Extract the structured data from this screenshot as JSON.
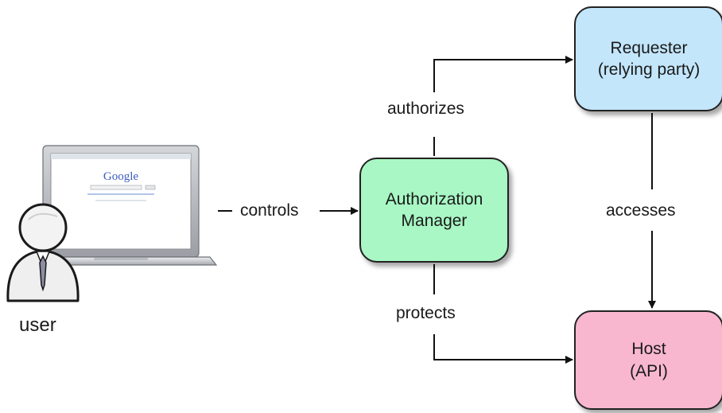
{
  "colors": {
    "auth_manager_fill": "#a8f7c4",
    "requester_fill": "#c3e6fb",
    "host_fill": "#f8b7cf",
    "edge_stroke": "#111111"
  },
  "nodes": {
    "user": {
      "label": "user",
      "icon": "user-with-laptop-icon"
    },
    "auth_manager": {
      "line1": "Authorization",
      "line2": "Manager"
    },
    "requester": {
      "line1": "Requester",
      "line2": "(relying party)"
    },
    "host": {
      "line1": "Host",
      "line2": "(API)"
    }
  },
  "edges": {
    "controls": "controls",
    "authorizes": "authorizes",
    "accesses": "accesses",
    "protects": "protects"
  },
  "laptop_screen": {
    "logo": "Google"
  }
}
